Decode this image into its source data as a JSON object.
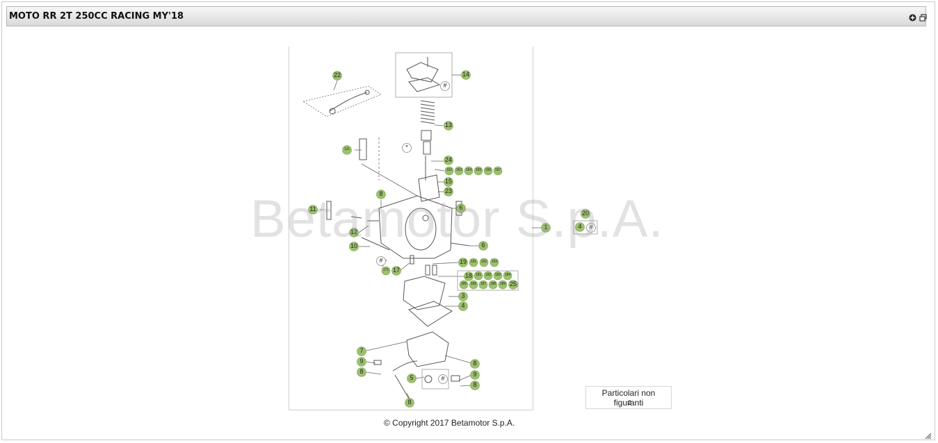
{
  "window": {
    "title": "MOTO RR 2T 250CC RACING MY'18",
    "maximize_icon": "plus-circle-icon",
    "restore_icon": "window-restore-icon"
  },
  "watermark": "Betamotor S.p.A.",
  "copyright": "© Copyright 2017 Betamotor S.p.A.",
  "non_figured": {
    "label": "Particolari non figuranti",
    "ref": "2"
  },
  "callouts": {
    "c22": "22",
    "c14": "14",
    "hash1": "#",
    "c13": "13",
    "star": "*",
    "c111": "111",
    "c24": "24",
    "c162": "162",
    "c163": "163",
    "c164": "164",
    "c165": "165",
    "c166": "166",
    "c167": "167",
    "c15": "15",
    "c8a": "8",
    "c23": "23",
    "c11": "11",
    "c6a": "6",
    "c1": "1",
    "c20": "20",
    "c4b": "4",
    "hash2": "#",
    "c12": "12",
    "c10": "10",
    "c6b": "6",
    "hash3": "#",
    "c171": "171",
    "c17": "17",
    "c19": "19",
    "c191": "191",
    "c192": "192",
    "c193": "193",
    "c18": "18",
    "c181": "181",
    "c182": "182",
    "c183": "183",
    "c184": "184",
    "c185": "185",
    "c186": "186",
    "c187": "187",
    "c188": "188",
    "c189": "189",
    "c25": "25",
    "c3": "3",
    "c4": "4",
    "c7": "7",
    "c9a": "9",
    "c8b": "8",
    "c8c": "8",
    "c5": "5",
    "hash4": "#",
    "c9b": "9",
    "c8d": "8",
    "c8e": "8"
  }
}
